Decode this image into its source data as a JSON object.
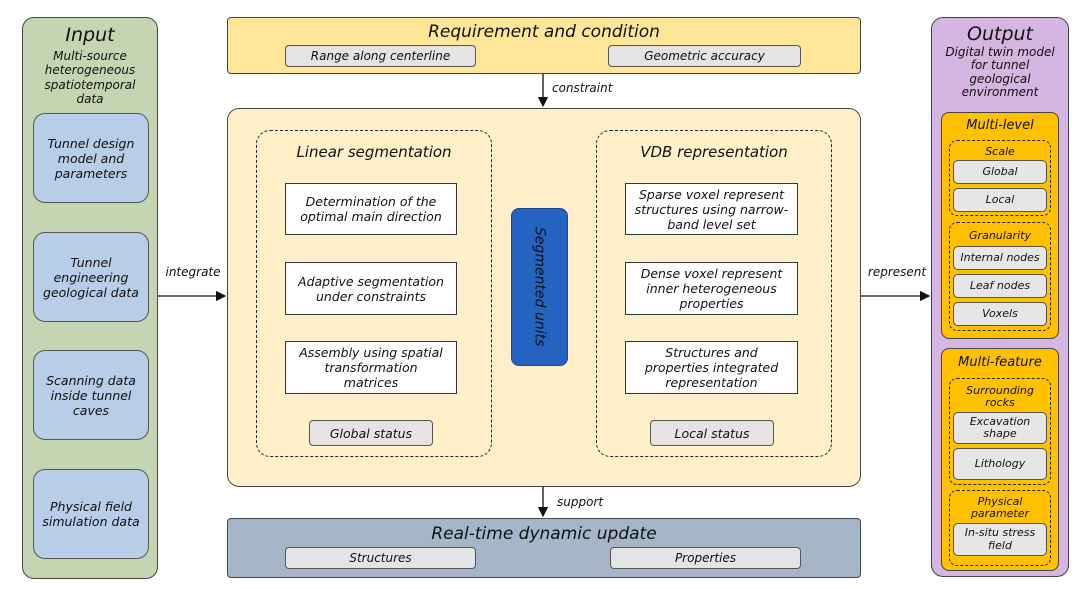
{
  "input": {
    "title": "Input",
    "subtitle": "Multi-source heterogeneous spatiotemporal data",
    "items": [
      "Tunnel design model and parameters",
      "Tunnel engineering geological data",
      "Scanning data inside tunnel caves",
      "Physical field simulation data"
    ]
  },
  "requirement": {
    "title": "Requirement and condition",
    "items": [
      "Range along centerline",
      "Geometric accuracy"
    ]
  },
  "arrows": {
    "constraint": "constraint",
    "integrate": "integrate",
    "represent": "represent",
    "support": "support"
  },
  "linear": {
    "title": "Linear segmentation",
    "steps": [
      "Determination of the optimal main direction",
      "Adaptive segmentation under constraints",
      "Assembly using spatial transformation matrices"
    ],
    "status": "Global status"
  },
  "segmented": "Segmented units",
  "vdb": {
    "title": "VDB representation",
    "steps": [
      "Sparse voxel represent structures using narrow-band level set",
      "Dense voxel represent inner heterogeneous properties",
      "Structures and properties integrated representation"
    ],
    "status": "Local status"
  },
  "update": {
    "title": "Real-time dynamic update",
    "items": [
      "Structures",
      "Properties"
    ]
  },
  "output": {
    "title": "Output",
    "subtitle": "Digital twin model for tunnel geological environment",
    "multilevel": {
      "title": "Multi-level",
      "scale": {
        "title": "Scale",
        "items": [
          "Global",
          "Local"
        ]
      },
      "granularity": {
        "title": "Granularity",
        "items": [
          "Internal nodes",
          "Leaf nodes",
          "Voxels"
        ]
      }
    },
    "multifeature": {
      "title": "Multi-feature",
      "rocks": {
        "title": "Surrounding rocks",
        "items": [
          "Excavation shape",
          "Lithology"
        ]
      },
      "physical": {
        "title": "Physical parameter",
        "items": [
          "In-situ stress field"
        ]
      }
    }
  },
  "colors": {
    "input": "#c6d5b1",
    "blue": "#b7cde8",
    "requirement": "#ffe699",
    "center": "#fff0c9",
    "segmented": "#2563c0",
    "update": "#a7b5c9",
    "output": "#d5b5e1",
    "orange": "#ffc000"
  }
}
